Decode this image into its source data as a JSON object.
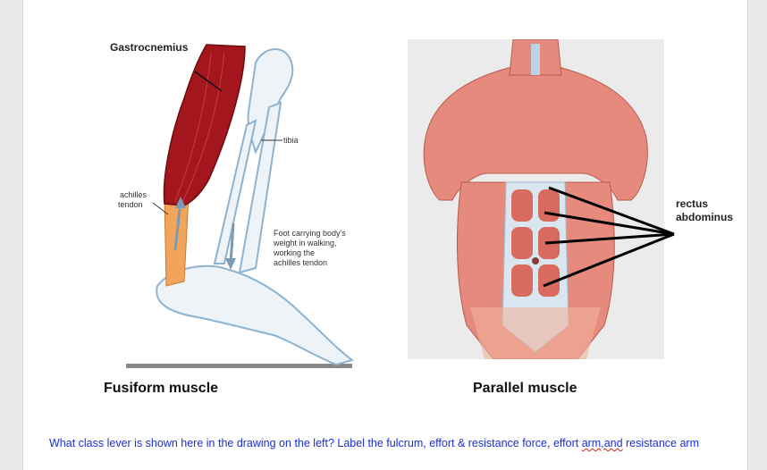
{
  "left_figure": {
    "muscle_label": "Gastrocnemius",
    "tibia_label": "tibia",
    "achilles_label_line1": "achilles",
    "achilles_label_line2": "tendon",
    "note_lines": [
      "Foot carrying body's",
      "weight in walking,",
      "working the",
      "achilles tendon"
    ],
    "caption": "Fusiform muscle"
  },
  "right_figure": {
    "label_line1": "rectus",
    "label_line2": "abdominus",
    "caption": "Parallel muscle"
  },
  "question": {
    "text_part1": "What class lever is shown here in the drawing on the left? Label the fulcrum, effort & resistance force, effort ",
    "text_squiggle": "arm,and",
    "text_part2": " resistance arm"
  },
  "colors": {
    "muscle_red": "#a3161e",
    "bone_fill": "#eef3f8",
    "bone_stroke": "#8fb3cf",
    "tendon_orange": "#f2a55a",
    "question_blue": "#1a2fd6",
    "torso_skin": "#e58a7c"
  }
}
